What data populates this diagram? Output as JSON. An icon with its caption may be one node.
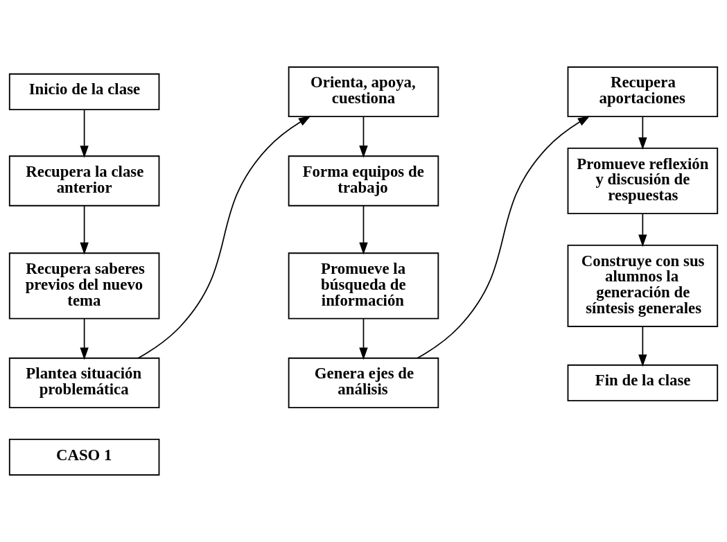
{
  "diagram": {
    "nodes": [
      {
        "text": [
          "Inicio de la clase"
        ]
      },
      {
        "text": [
          "Recupera la clase anterior"
        ]
      },
      {
        "text": [
          "Recupera saberes previos del nuevo tema"
        ]
      },
      {
        "text": [
          "Plantea situación problemática"
        ]
      },
      {
        "text": [
          "Orienta, apoya, cuestiona"
        ]
      },
      {
        "text": [
          "Forma equipos de trabajo"
        ]
      },
      {
        "text": [
          "Promueve la búsqueda de información"
        ]
      },
      {
        "text": [
          "Genera ejes de análisis"
        ]
      },
      {
        "text": [
          "Recupera aportaciones"
        ]
      },
      {
        "text": [
          "Promueve reflexión y discusión de respuestas"
        ]
      },
      {
        "text": [
          "Construye con sus alumnos la generación de síntesis generales"
        ]
      },
      {
        "text": [
          "Fin de la clase"
        ]
      },
      {
        "text": [
          "CASO 1"
        ]
      }
    ],
    "edges": [
      {
        "from": 0,
        "to": 1,
        "arrow": "to"
      },
      {
        "from": 1,
        "to": 2,
        "arrow": "to"
      },
      {
        "from": 2,
        "to": 3,
        "arrow": "to"
      },
      {
        "from": 3,
        "to": 4,
        "arrow": "to"
      },
      {
        "from": 4,
        "to": 5,
        "arrow": "to"
      },
      {
        "from": 5,
        "to": 6,
        "arrow": "to"
      },
      {
        "from": 6,
        "to": 7,
        "arrow": "to"
      },
      {
        "from": 7,
        "to": 8,
        "arrow": "to"
      },
      {
        "from": 8,
        "to": 9,
        "arrow": "to"
      },
      {
        "from": 9,
        "to": 10,
        "arrow": "to"
      },
      {
        "from": 10,
        "to": 11,
        "arrow": "to"
      }
    ]
  }
}
